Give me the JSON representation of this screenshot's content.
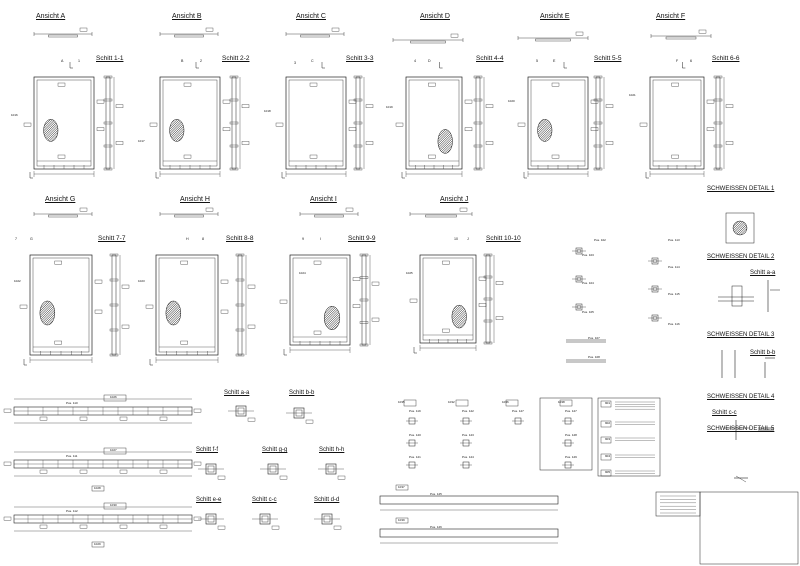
{
  "views": [
    {
      "title": "Ansicht A",
      "section": "Schitt 1-1",
      "a": "A",
      "b": "1",
      "pos": "1016",
      "hatch": "left"
    },
    {
      "title": "Ansicht B",
      "section": "Schitt 2-2",
      "a": "B",
      "b": "2",
      "pos": "1017",
      "hatch": "left"
    },
    {
      "title": "Ansicht C",
      "section": "Schitt 3-3",
      "a": "C",
      "b": "3",
      "pos": "1018",
      "hatch": "none"
    },
    {
      "title": "Ansicht D",
      "section": "Schitt 4-4",
      "a": "D",
      "b": "4",
      "pos": "1019",
      "hatch": "right"
    },
    {
      "title": "Ansicht E",
      "section": "Schitt 5-5",
      "a": "E",
      "b": "5",
      "pos": "1020",
      "hatch": "left"
    },
    {
      "title": "Ansicht F",
      "section": "Schitt 6-6",
      "a": "F",
      "b": "6",
      "pos": "1021",
      "hatch": "none"
    },
    {
      "title": "Ansicht G",
      "section": "Schitt 7-7",
      "a": "G",
      "b": "7",
      "pos": "1022",
      "hatch": "left"
    },
    {
      "title": "Ansicht H",
      "section": "Schitt 8-8",
      "a": "H",
      "b": "8",
      "pos": "1023",
      "hatch": "left"
    },
    {
      "title": "Ansicht I",
      "section": "Schitt 9-9",
      "a": "I",
      "b": "9",
      "pos": "1024",
      "hatch": "right"
    },
    {
      "title": "Ansicht J",
      "section": "Schitt 10-10",
      "a": "J",
      "b": "10",
      "pos": "1025",
      "hatch": "right"
    }
  ],
  "details": {
    "d1": "SCHWEISSEN DETAIL 1",
    "d2": "SCHWEISSEN DETAIL 2",
    "d3": "SCHWEISSEN DETAIL 3",
    "d4": "SCHWEISSEN DETAIL 4",
    "d5": "SCHWEISSEN DETAIL 5",
    "sa": "Schitt a-a",
    "sb": "Schitt b-b",
    "sc": "Schitt c-c"
  },
  "bottom_sections": {
    "aa": "Schitt a-a",
    "bb": "Schitt b-b",
    "ff": "Schitt f-f",
    "gg": "Schitt g-g",
    "hh": "Schitt h-h",
    "ee": "Schitt e-e",
    "cc": "Schitt c-c",
    "dd": "Schitt d-d"
  },
  "beams": [
    {
      "pos": "1026",
      "label": "Pos. 110",
      "note": ""
    },
    {
      "pos": "1027",
      "label": "Pos. 111",
      "note": "1028"
    },
    {
      "pos": "1030",
      "label": "Pos. 112",
      "note": "1029"
    }
  ],
  "pos_groups": {
    "p1035": "1035",
    "p1032": "1032",
    "p1036": "1036",
    "p1038": "1038",
    "p1037": "1037",
    "p1039": "1039",
    "pos_items": [
      "Pos. 102",
      "Pos. 103",
      "Pos. 104",
      "Pos. 105",
      "Pos. 113",
      "Pos. 114",
      "Pos. 115",
      "Pos. 116",
      "Pos. 107",
      "Pos. 108"
    ],
    "row_items": [
      "Pos. 119",
      "Pos. 120",
      "Pos. 121",
      "Pos. 122",
      "Pos. 123",
      "Pos. 124",
      "Pos. 127",
      "Pos. 127",
      "Pos. 128",
      "Pos. 129",
      "Pos. 125",
      "Pos. 126"
    ]
  },
  "legend_ids": [
    "901",
    "902",
    "903",
    "904",
    "905"
  ]
}
